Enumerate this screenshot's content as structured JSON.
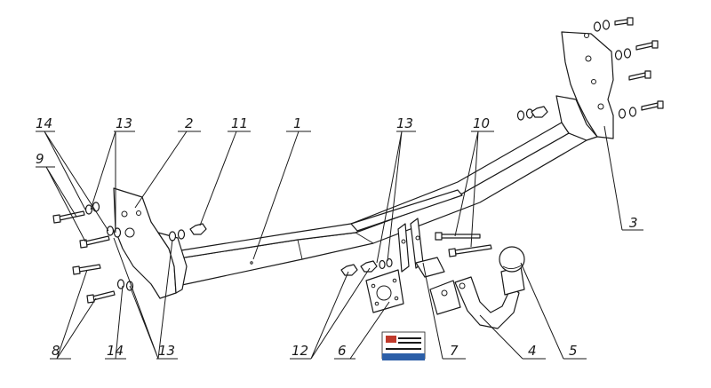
{
  "diagram": {
    "callouts": [
      {
        "id": "c1",
        "label": "1"
      },
      {
        "id": "c2",
        "label": "2"
      },
      {
        "id": "c3",
        "label": "3"
      },
      {
        "id": "c4",
        "label": "4"
      },
      {
        "id": "c5",
        "label": "5"
      },
      {
        "id": "c6",
        "label": "6"
      },
      {
        "id": "c7",
        "label": "7"
      },
      {
        "id": "c8",
        "label": "8"
      },
      {
        "id": "c9",
        "label": "9"
      },
      {
        "id": "c10",
        "label": "10"
      },
      {
        "id": "c11",
        "label": "11"
      },
      {
        "id": "c12",
        "label": "12"
      },
      {
        "id": "c13a",
        "label": "13"
      },
      {
        "id": "c13b",
        "label": "13"
      },
      {
        "id": "c13c",
        "label": "13"
      },
      {
        "id": "c14a",
        "label": "14"
      },
      {
        "id": "c14b",
        "label": "14"
      }
    ],
    "colors": {
      "line": "#1a1a1a",
      "fill": "#ffffff",
      "brand_red": "#c0392b",
      "brand_blue": "#2c5fa8"
    }
  }
}
